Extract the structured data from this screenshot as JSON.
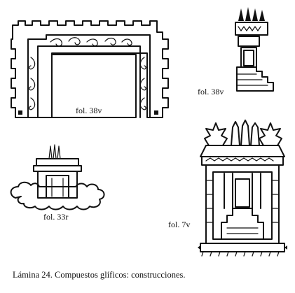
{
  "figures": [
    {
      "label": "fol. 38v"
    },
    {
      "label": "fol. 38v"
    },
    {
      "label": "fol. 33r"
    },
    {
      "label": "fol. 7v"
    }
  ],
  "caption": "Lámina 24. Compuestos glíficos: construcciones."
}
